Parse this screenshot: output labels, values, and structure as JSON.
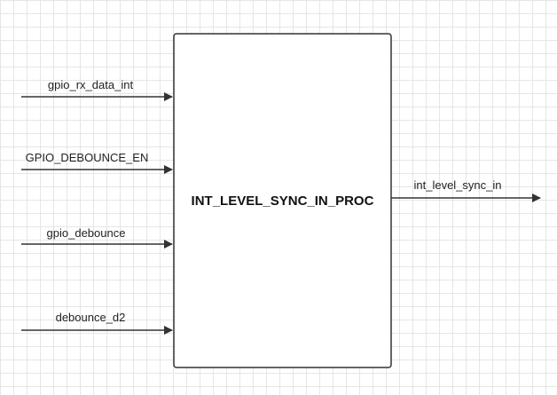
{
  "block": {
    "label": "INT_LEVEL_SYNC_IN_PROC",
    "fill": "#ffffff",
    "stroke": "#333333"
  },
  "inputs": [
    {
      "label": "gpio_rx_data_int"
    },
    {
      "label": "GPIO_DEBOUNCE_EN"
    },
    {
      "label": "gpio_debounce"
    },
    {
      "label": "debounce_d2"
    }
  ],
  "outputs": [
    {
      "label": "int_level_sync_in"
    }
  ],
  "style": {
    "line_color": "#333333"
  }
}
